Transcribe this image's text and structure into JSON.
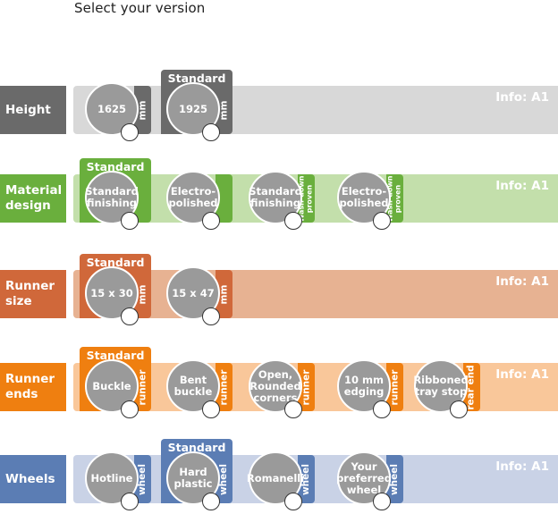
{
  "page_title": "Select your version",
  "rows": [
    {
      "label": "Height",
      "info": "Info: A1",
      "colors": {
        "dark": "#6a6a6a",
        "light": "#d8d8d8"
      },
      "options": [
        {
          "text": "1625",
          "unit": "mm",
          "standard": false
        },
        {
          "text": "1925",
          "unit": "mm",
          "standard": true
        }
      ]
    },
    {
      "label": "Material\ndesign",
      "info": "Info: A1",
      "colors": {
        "dark": "#6aaf3d",
        "light": "#c3dfab"
      },
      "options": [
        {
          "text": "Standard\nfinishing",
          "unit": "",
          "standard": true
        },
        {
          "text": "Electro-\npolished",
          "unit": "",
          "standard": false
        },
        {
          "text": "Standard\nfinishing",
          "unit": "Wash-down\nproven",
          "standard": false
        },
        {
          "text": "Electro-\npolished",
          "unit": "Wash-down\nproven",
          "standard": false
        }
      ]
    },
    {
      "label": "Runner\nsize",
      "info": "Info: A1",
      "colors": {
        "dark": "#d0683a",
        "light": "#e7b292"
      },
      "options": [
        {
          "text": "15 x 30",
          "unit": "mm",
          "standard": true
        },
        {
          "text": "15 x 47",
          "unit": "mm",
          "standard": false
        }
      ]
    },
    {
      "label": "Runner\nends",
      "info": "Info: A1",
      "colors": {
        "dark": "#ef7f10",
        "light": "#f9c79a"
      },
      "options": [
        {
          "text": "Buckle",
          "unit": "runner",
          "standard": true
        },
        {
          "text": "Bent\nbuckle",
          "unit": "runner",
          "standard": false
        },
        {
          "text": "Open,\nRounded\ncorners",
          "unit": "runner",
          "standard": false
        },
        {
          "text": "10 mm\nedging",
          "unit": "runner",
          "standard": false
        },
        {
          "text": "Ribboned\ntray stop",
          "unit": "rear end",
          "standard": false
        }
      ]
    },
    {
      "label": "Wheels",
      "info": "Info: A1",
      "colors": {
        "dark": "#5b7db4",
        "light": "#c9d2e6"
      },
      "options": [
        {
          "text": "Hotline",
          "unit": "wheel",
          "standard": false
        },
        {
          "text": "Hard\nplastic",
          "unit": "wheel",
          "standard": true
        },
        {
          "text": "Romanelli",
          "unit": "wheel",
          "standard": false
        },
        {
          "text": "Your\npreferred\nwheel",
          "unit": "wheel",
          "standard": false
        }
      ]
    }
  ],
  "standard_label": "Standard"
}
